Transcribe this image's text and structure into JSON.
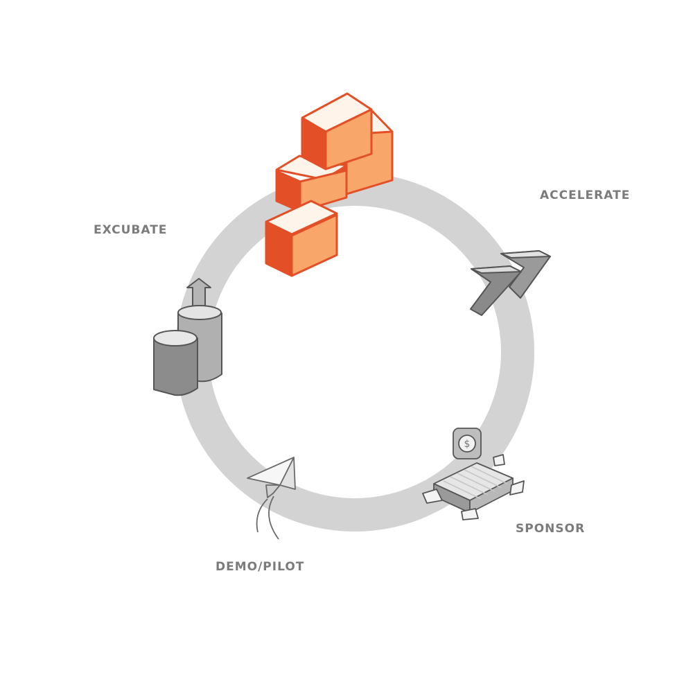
{
  "diagram": {
    "stages": {
      "accelerate": "ACCELERATE",
      "excubate": "EXCUBATE",
      "sponsor": "SPONSOR",
      "demo_pilot": "DEMO/PILOT"
    },
    "icons": {
      "top": "stacked-boxes-icon",
      "accelerate": "chevron-arrows-icon",
      "sponsor": "money-suitcase-icon",
      "demo_pilot": "paper-plane-icon",
      "excubate": "growth-bars-arrow-icon"
    },
    "colors": {
      "ring": "#d3d3d3",
      "label": "#7b7b7b",
      "accent_dark": "#e34f26",
      "accent_light": "#f9a66b",
      "accent_highlight": "#fff4ea",
      "icon_gray": "#8a8a8a"
    }
  }
}
